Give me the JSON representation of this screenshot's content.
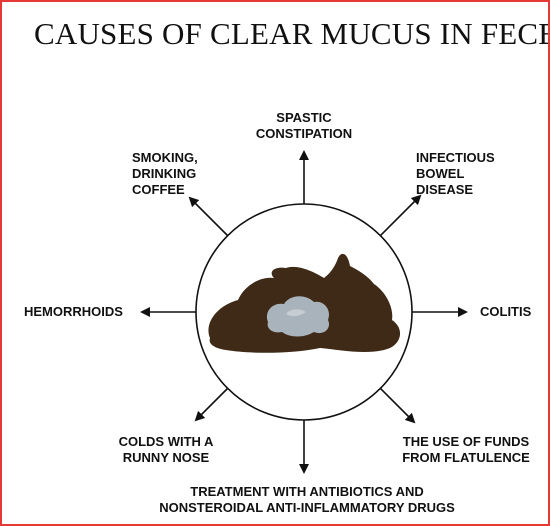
{
  "title": "CAUSES OF CLEAR MUCUS IN FECES",
  "colors": {
    "frame": "#e53935",
    "text": "#111111",
    "stool": "#3f2a17",
    "mucus": "#a9b3bb"
  },
  "center_icon": "stool-with-mucus-icon",
  "causes": {
    "spastic_constipation": "SPASTIC\nCONSTIPATION",
    "infectious_bowel_disease": "INFECTIOUS\nBOWEL\nDISEASE",
    "smoking_drinking_coffee": "SMOKING,\nDRINKING\nCOFFEE",
    "hemorrhoids": "HEMORRHOIDS",
    "colitis": "COLITIS",
    "colds_runny_nose": "COLDS WITH A\nRUNNY NOSE",
    "funds_from_flatulence": "THE USE OF FUNDS\nFROM FLATULENCE",
    "antibiotics_nsaids": "TREATMENT WITH ANTIBIOTICS AND\nNONSTEROIDAL ANTI-INFLAMMATORY DRUGS"
  }
}
